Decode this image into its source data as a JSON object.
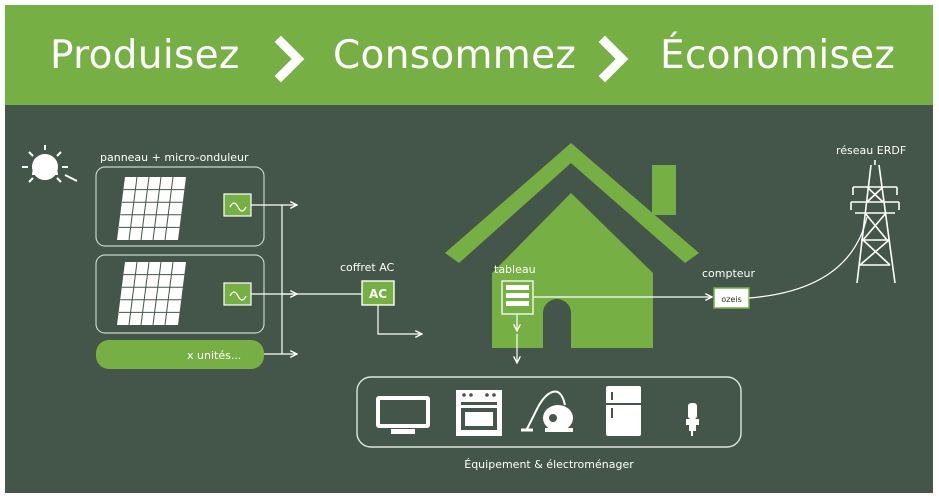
{
  "header": {
    "step1": "Produisez",
    "step2": "Consommez",
    "step3": "Économisez"
  },
  "diagram": {
    "panel_label": "panneau + micro-onduleur",
    "more_units": "x unités...",
    "ac_box_label": "coffret AC",
    "ac_box_text": "AC",
    "panel_board_label": "tableau",
    "meter_label": "compteur",
    "meter_text": "ozeis",
    "grid_label": "réseau ERDF",
    "equipment_label": "Équipement & électroménager"
  },
  "colors": {
    "accent_green": "#76b044",
    "background": "#435649",
    "line": "#ffffff"
  },
  "icons": [
    "sun-icon",
    "solar-panel-icon",
    "inverter-icon",
    "house-icon",
    "electric-board-icon",
    "meter-icon",
    "pylon-icon",
    "tv-icon",
    "oven-icon",
    "vacuum-icon",
    "fridge-icon",
    "bulb-icon"
  ]
}
